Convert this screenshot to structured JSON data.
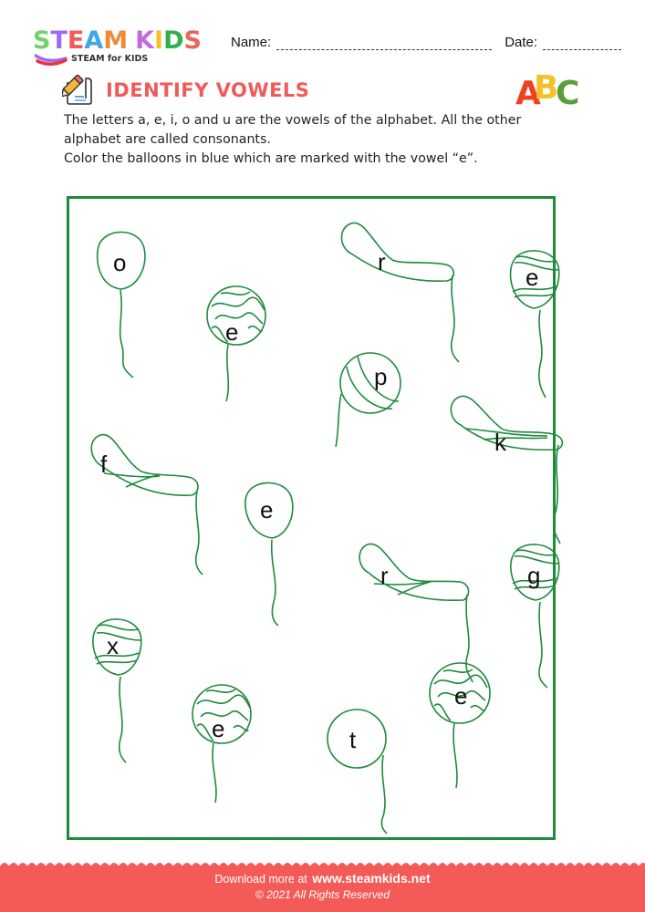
{
  "header": {
    "logo_text": "STEAM KIDS",
    "logo_letters": [
      {
        "ch": "S",
        "color": "#6fd36a"
      },
      {
        "ch": "T",
        "color": "#9b6cf0"
      },
      {
        "ch": "E",
        "color": "#f05a5a"
      },
      {
        "ch": "A",
        "color": "#3fa6e8"
      },
      {
        "ch": "M",
        "color": "#f08a3a"
      },
      {
        "ch": " ",
        "color": "#ffffff"
      },
      {
        "ch": "K",
        "color": "#c46ae0"
      },
      {
        "ch": "I",
        "color": "#f5c02a"
      },
      {
        "ch": "D",
        "color": "#2fb04a"
      },
      {
        "ch": "S",
        "color": "#f0645a"
      }
    ],
    "logo_subtitle": "STEAM for KIDS",
    "name_label": "Name:",
    "date_label": "Date:"
  },
  "worksheet": {
    "title": "IDENTIFY VOWELS",
    "title_color": "#f05a5a",
    "decoration": "ABC",
    "instructions": [
      "The letters a, e, i, o and u are the vowels of the alphabet. All the other",
      "alphabet are called consonants.",
      "Color the balloons in blue which are marked with the vowel “e”."
    ],
    "frame_color": "#1e8a3c",
    "balloons": [
      {
        "letter": "o",
        "style": "plain"
      },
      {
        "letter": "e",
        "style": "swirl"
      },
      {
        "letter": "r",
        "style": "long"
      },
      {
        "letter": "e",
        "style": "wavy"
      },
      {
        "letter": "p",
        "style": "striped"
      },
      {
        "letter": "k",
        "style": "long-striped"
      },
      {
        "letter": "f",
        "style": "long-striped"
      },
      {
        "letter": "e",
        "style": "plain"
      },
      {
        "letter": "r",
        "style": "long-striped"
      },
      {
        "letter": "g",
        "style": "wavy"
      },
      {
        "letter": "x",
        "style": "wavy"
      },
      {
        "letter": "e",
        "style": "swirl"
      },
      {
        "letter": "t",
        "style": "plain"
      },
      {
        "letter": "e",
        "style": "swirl"
      }
    ]
  },
  "footer": {
    "download_text": "Download more at",
    "site": "www.steamkids.net",
    "copyright": "© 2021 All Rights Reserved",
    "bg_color": "#f45a57"
  }
}
